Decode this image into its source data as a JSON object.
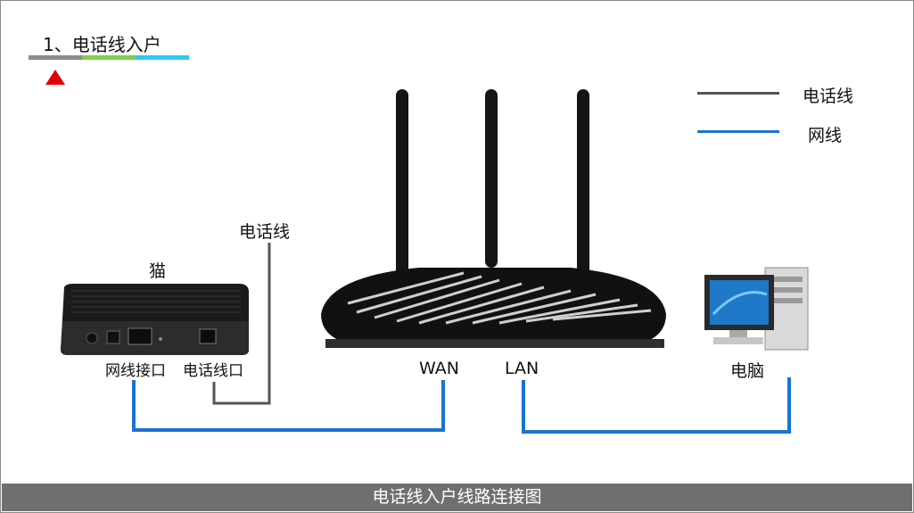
{
  "step": {
    "title": "1、电话线入户",
    "tab_colors": [
      "#8c8c8c",
      "#7ed04b",
      "#33c6f2"
    ],
    "pointer_color": "#e10000"
  },
  "legend": [
    {
      "label": "电话线",
      "color": "#555555"
    },
    {
      "label": "网线",
      "color": "#1a73d1"
    }
  ],
  "devices": {
    "modem": {
      "name": "猫",
      "ports": [
        "网线接口",
        "电话线口"
      ]
    },
    "phone_line_label": "电话线",
    "router": {
      "ports": [
        "WAN",
        "LAN"
      ]
    },
    "computer": {
      "name": "电脑"
    }
  },
  "footer": {
    "caption": "电话线入户线路连接图"
  },
  "colors": {
    "phone_line": "#555555",
    "network_cable": "#1a73d1"
  }
}
